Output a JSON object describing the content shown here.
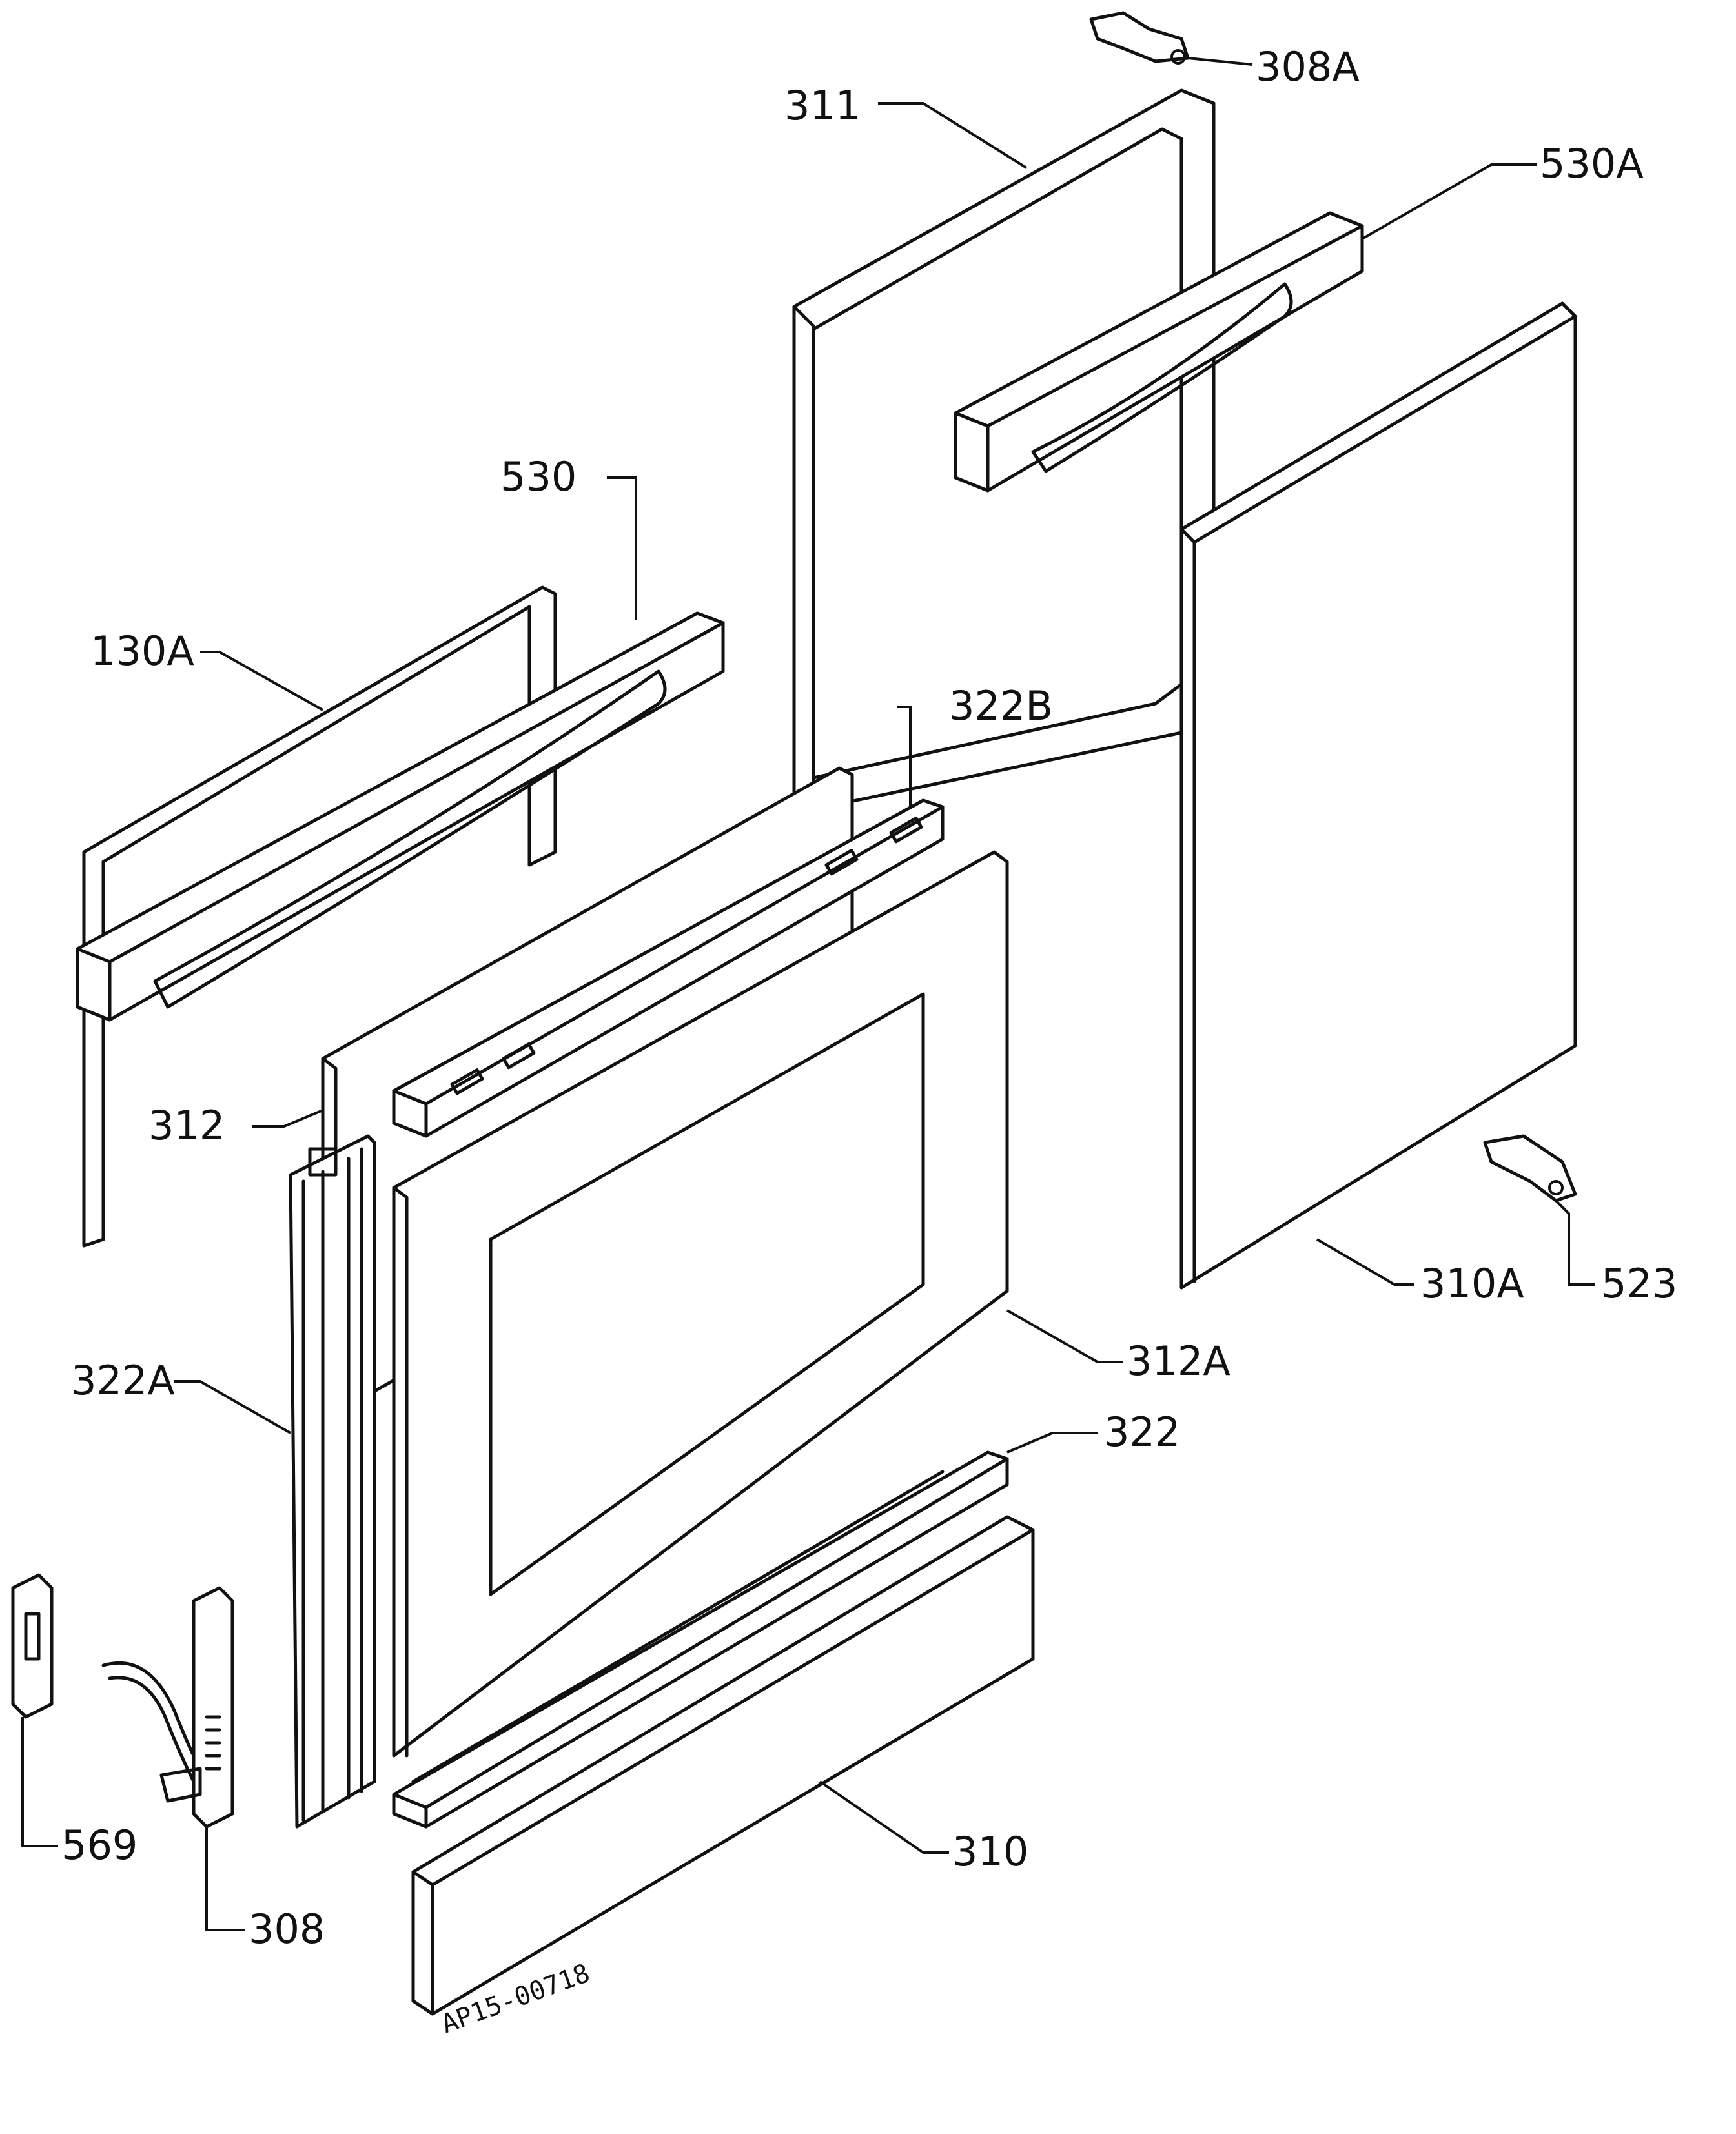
{
  "callouts": {
    "c308A": "308A",
    "c311": "311",
    "c530A": "530A",
    "c530": "530",
    "c130A": "130A",
    "c322B": "322B",
    "c312": "312",
    "c523": "523",
    "c310A": "310A",
    "c312A": "312A",
    "c322A": "322A",
    "c322": "322",
    "c569": "569",
    "c310": "310",
    "c308": "308"
  },
  "drawing_code": "AP15-00718",
  "colors": {
    "line": "#111111",
    "background": "#ffffff"
  }
}
